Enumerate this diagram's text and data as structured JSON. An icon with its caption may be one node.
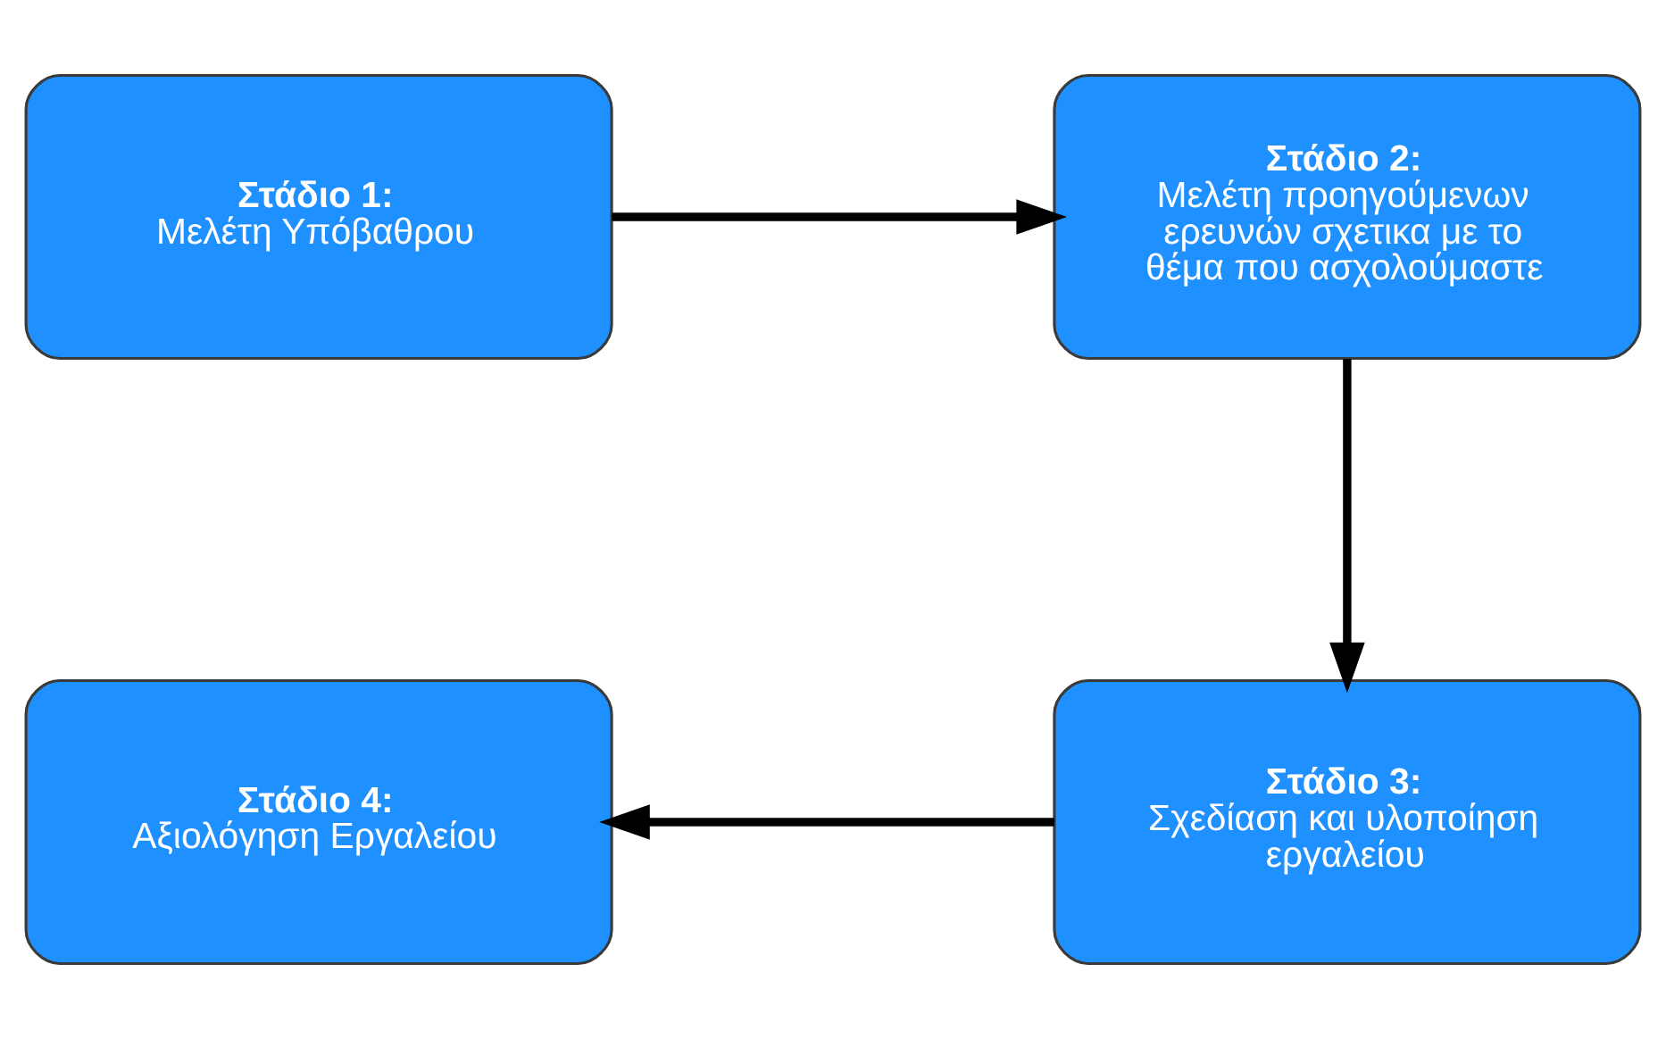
{
  "diagram": {
    "nodes": [
      {
        "text": [
          "Στάδιο 1:",
          "Μελέτη Υπόβαθρου"
        ]
      },
      {
        "text": [
          "Στάδιο 2:",
          "Μελέτη προηγούμενων ερευνών σχετικα με το θέμα που ασχολούμαστε"
        ]
      },
      {
        "text": [
          "Στάδιο 3:",
          "Σχεδίαση και υλοποίηση εργαλείου"
        ]
      },
      {
        "text": [
          "Στάδιο 4:",
          "Αξιολόγηση Εργαλείου"
        ]
      }
    ],
    "edges": [
      {
        "from": 0,
        "to": 1,
        "arrow": "to"
      },
      {
        "from": 1,
        "to": 2,
        "arrow": "to"
      },
      {
        "from": 2,
        "to": 3,
        "arrow": "to"
      }
    ]
  }
}
